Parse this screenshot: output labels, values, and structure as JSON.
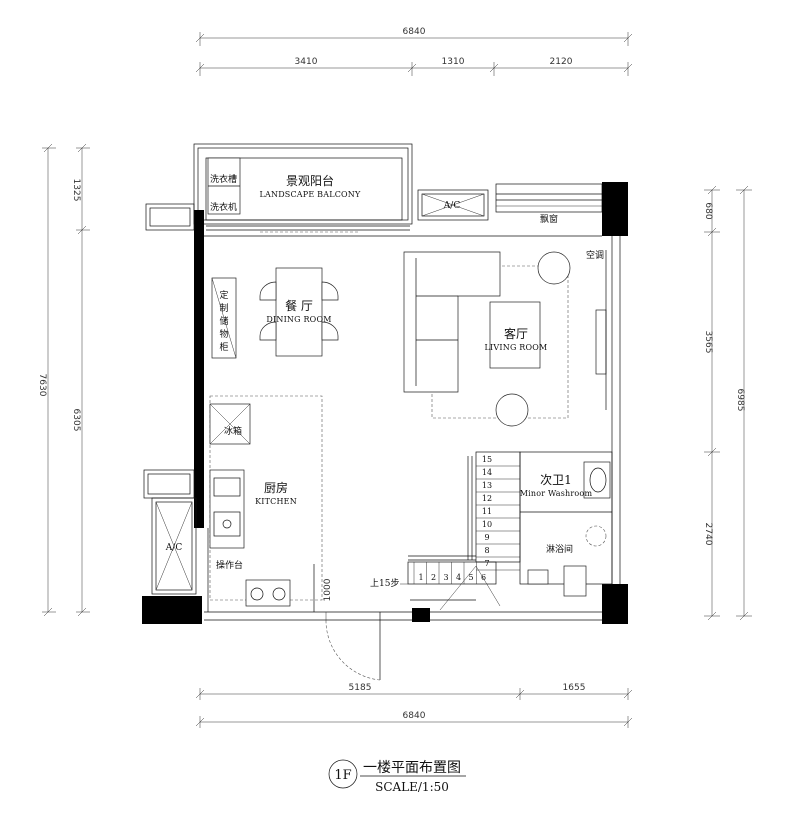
{
  "dimensions": {
    "top_total": "6840",
    "top_segments": [
      "3410",
      "1310",
      "2120"
    ],
    "bottom_segments": [
      "5185",
      "1655"
    ],
    "bottom_total": "6840",
    "left_total": "7630",
    "left_segments": [
      "1325",
      "6305"
    ],
    "right_total": "6985",
    "right_segments": [
      "680",
      "3565",
      "2740"
    ],
    "door_opening": "1000"
  },
  "rooms": {
    "balcony_cn": "景观阳台",
    "balcony_en": "LANDSCAPE BALCONY",
    "dining_cn": "餐 厅",
    "dining_en": "DINING ROOM",
    "living_cn": "客厅",
    "living_en": "LIVING ROOM",
    "kitchen_cn": "厨房",
    "kitchen_en": "KITCHEN",
    "washroom_cn": "次卫1",
    "washroom_en": "Minor Washroom",
    "shower_cn": "淋浴间"
  },
  "labels": {
    "washer_cabinet": "洗衣槽",
    "washer": "洗衣机",
    "ac_top": "A/C",
    "ac_side": "A/C",
    "bay_window": "飘窗",
    "void": "空调",
    "storage_cabinet": [
      "定",
      "制",
      "储",
      "物",
      "柜"
    ],
    "fridge": "冰箱",
    "counter": "操作台",
    "stairs_up": "上15步"
  },
  "stair_steps": [
    "1",
    "2",
    "3",
    "4",
    "5",
    "6",
    "7",
    "8",
    "9",
    "10",
    "11",
    "12",
    "13",
    "14",
    "15"
  ],
  "title": {
    "floor_badge": "1F",
    "name": "一楼平面布置图",
    "scale": "SCALE/1:50"
  }
}
